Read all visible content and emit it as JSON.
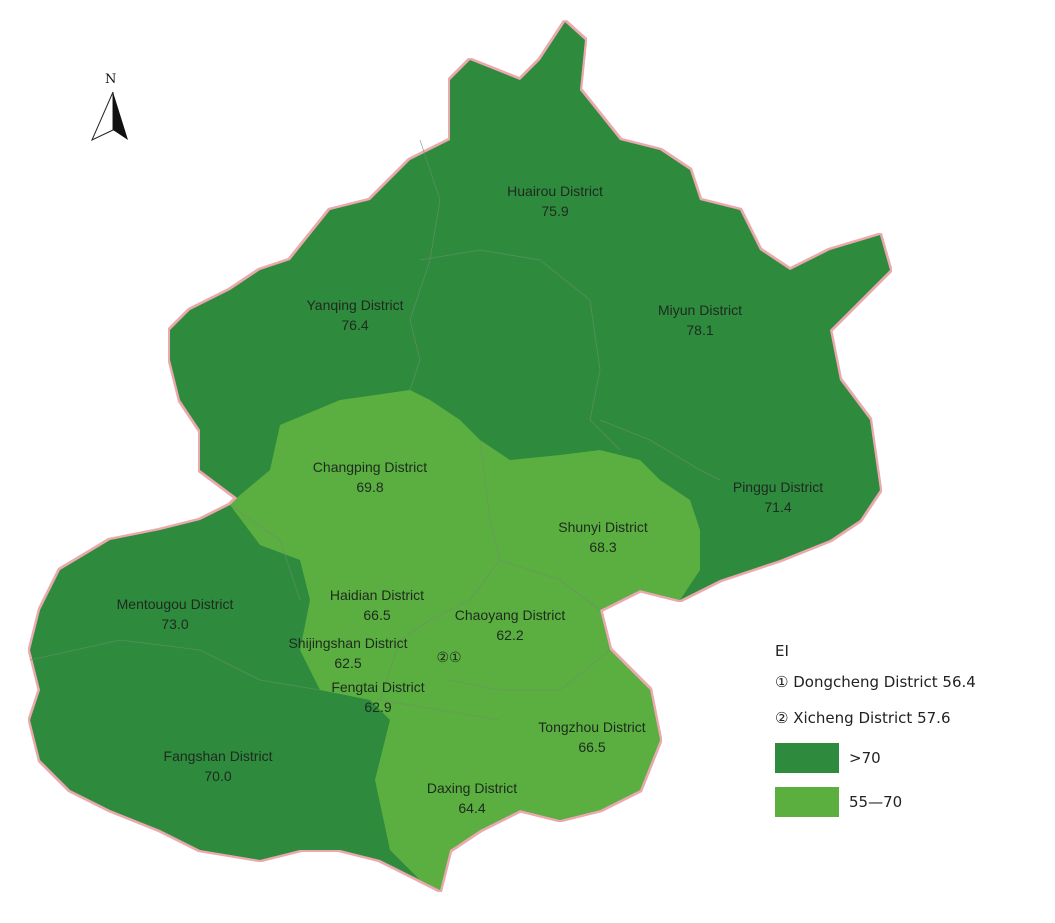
{
  "map": {
    "colors": {
      "high": "#2e8a3c",
      "mid": "#5aaf3f",
      "border": "#e9a9ad",
      "inner_border": "#6f8f6f"
    },
    "north_arrow": {
      "label": "N"
    },
    "districts": [
      {
        "id": "huairou",
        "name": "Huairou District",
        "value": "75.9",
        "class": "high"
      },
      {
        "id": "yanqing",
        "name": "Yanqing District",
        "value": "76.4",
        "class": "high"
      },
      {
        "id": "miyun",
        "name": "Miyun District",
        "value": "78.1",
        "class": "high"
      },
      {
        "id": "changping",
        "name": "Changping District",
        "value": "69.8",
        "class": "mid"
      },
      {
        "id": "pinggu",
        "name": "Pinggu District",
        "value": "71.4",
        "class": "high"
      },
      {
        "id": "shunyi",
        "name": "Shunyi District",
        "value": "68.3",
        "class": "mid"
      },
      {
        "id": "mentougou",
        "name": "Mentougou District",
        "value": "73.0",
        "class": "high"
      },
      {
        "id": "haidian",
        "name": "Haidian District",
        "value": "66.5",
        "class": "mid"
      },
      {
        "id": "chaoyang",
        "name": "Chaoyang District",
        "value": "62.2",
        "class": "mid"
      },
      {
        "id": "shijingshan",
        "name": "Shijingshan District",
        "value": "62.5",
        "class": "mid"
      },
      {
        "id": "fengtai",
        "name": "Fengtai District",
        "value": "62.9",
        "class": "mid"
      },
      {
        "id": "tongzhou",
        "name": "Tongzhou District",
        "value": "66.5",
        "class": "mid"
      },
      {
        "id": "fangshan",
        "name": "Fangshan District",
        "value": "70.0",
        "class": "high"
      },
      {
        "id": "daxing",
        "name": "Daxing District",
        "value": "64.4",
        "class": "mid"
      }
    ],
    "inner_markers": "②①"
  },
  "legend": {
    "title": "EI",
    "notes": [
      "① Dongcheng District 56.4",
      "② Xicheng District 57.6"
    ],
    "classes": [
      {
        "label": ">70",
        "color": "#2e8a3c"
      },
      {
        "label": "55—70",
        "color": "#5aaf3f"
      }
    ]
  }
}
